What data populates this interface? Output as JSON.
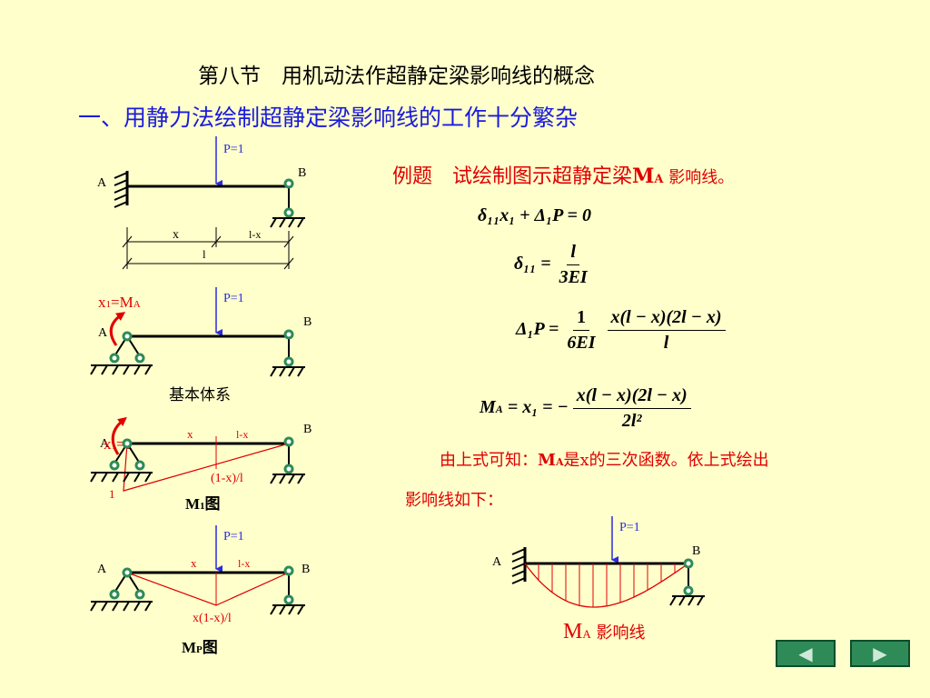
{
  "title": "第八节　用机动法作超静定梁影响线的概念",
  "subtitle": "一、用静力法绘制超静定梁影响线的工作十分繁杂",
  "example": {
    "prefix": "例题　试绘制图示超静定梁",
    "bold": "M",
    "sub": "A",
    "suffix": " 影响线。"
  },
  "equations": {
    "eq1": "δ₁₁x₁ + Δ₁P = 0",
    "eq2_lhs": "δ₁₁ =",
    "eq2_num": "l",
    "eq2_den": "3EI",
    "eq3_lhs": "Δ₁P =",
    "eq3_num1": "1",
    "eq3_den1": "6EI",
    "eq3_num2": "x(l − x)(2l − x)",
    "eq3_den2": "l",
    "eq4_lhs": "M",
    "eq4_lhs_sub": "A",
    "eq4_mid": "= x₁ = −",
    "eq4_num": "x(l − x)(2l − x)",
    "eq4_den": "2l²"
  },
  "conclusion": {
    "line1_prefix": "由上式可知：",
    "line1_m": "M",
    "line1_sub": "A",
    "line1_suffix": "是x的三次函数。依上式绘出",
    "line2": "影响线如下："
  },
  "diagrams": {
    "d1": {
      "load": "P=1",
      "a": "A",
      "b": "B",
      "x": "x",
      "lx": "l-x",
      "l": "l"
    },
    "d2": {
      "load": "P=1",
      "a": "A",
      "b": "B",
      "x1": "x",
      "x1_sub": "1",
      "x1_eq": "=M",
      "x1_eq_sub": "A",
      "caption": "基本体系"
    },
    "d3": {
      "a": "A",
      "b": "B",
      "x": "x",
      "lx": "l-x",
      "unit_label": "x",
      "unit_sub": "1",
      "unit_val": "=1",
      "one": "1",
      "ord": "(1-x)/l",
      "cap": "M",
      "cap_sub": "1",
      "cap_suffix": "图"
    },
    "d4": {
      "load": "P=1",
      "a": "A",
      "b": "B",
      "x": "x",
      "lx": "l-x",
      "ord": "x(1-x)/l",
      "cap": "M",
      "cap_sub": "P",
      "cap_suffix": "图"
    },
    "d5": {
      "load": "P=1",
      "a": "A",
      "b": "B",
      "cap": "M",
      "cap_sub": "A",
      "cap_suffix": " 影响线"
    }
  },
  "nav": {
    "prev": "◀",
    "next": "▶"
  },
  "colors": {
    "background": "#ffffcc",
    "title": "#000000",
    "subtitle": "#1a1adc",
    "accent": "#e00000",
    "load": "#2b2be0",
    "support": "#2e8b57",
    "nav": "#2e8b57"
  }
}
